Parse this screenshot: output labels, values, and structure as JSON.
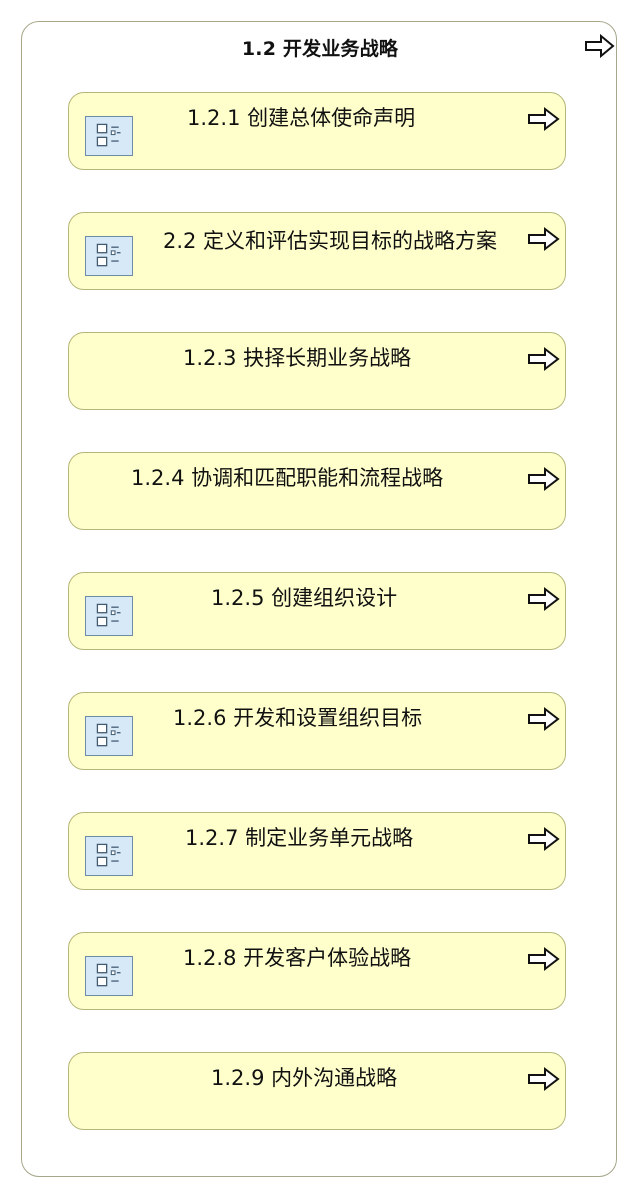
{
  "group": {
    "title": "1.2 开发业务战略",
    "arrow_icon": "arrow-right-outline-icon"
  },
  "colors": {
    "card_fill": "#ffffcc",
    "card_border": "#b4b77a",
    "container_border": "#a6a68a",
    "icon_fill": "#d7e9f6",
    "icon_border": "#6e8ca6"
  },
  "items": [
    {
      "label": "1.2.1 创建总体使命声明",
      "icon": "process-list-icon"
    },
    {
      "label": "2.2 定义和评估实现目标的战略方案",
      "icon": "process-list-icon"
    },
    {
      "label": "1.2.3 抉择长期业务战略",
      "icon": ""
    },
    {
      "label": "1.2.4 协调和匹配职能和流程战略",
      "icon": ""
    },
    {
      "label": "1.2.5 创建组织设计",
      "icon": "process-list-icon"
    },
    {
      "label": "1.2.6 开发和设置组织目标",
      "icon": "process-list-icon"
    },
    {
      "label": "1.2.7 制定业务单元战略",
      "icon": "process-list-icon"
    },
    {
      "label": "1.2.8 开发客户体验战略",
      "icon": "process-list-icon"
    },
    {
      "label": "1.2.9 内外沟通战略",
      "icon": ""
    }
  ]
}
